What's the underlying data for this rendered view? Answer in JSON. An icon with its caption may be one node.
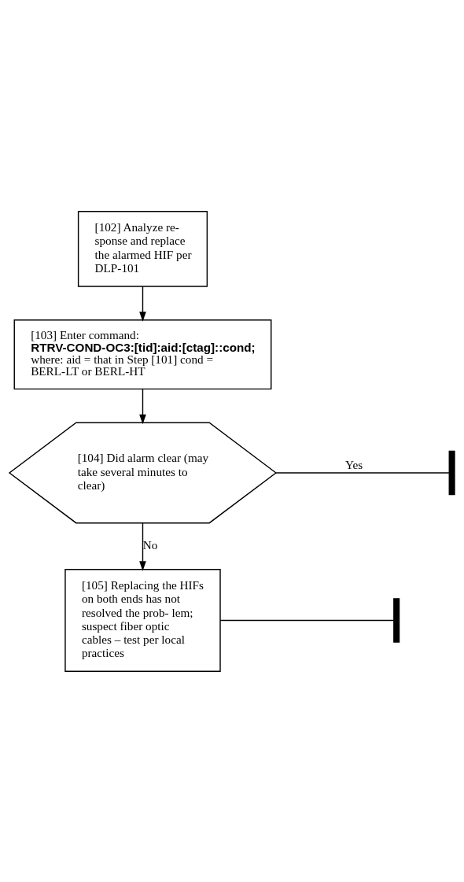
{
  "diagram": {
    "nodes": [
      {
        "text": [
          "[102] Analyze re- sponse and replace the alarmed HIF per DLP-101"
        ]
      },
      {
        "text": [
          "[103] Enter command:",
          "RTRV-COND-OC3:[tid]:aid:[ctag]::cond;",
          "where: aid = that in Step [101] cond = BERL-LT or BERL-HT"
        ]
      },
      {
        "text": [
          "[104] Did alarm clear (may take several minutes to clear)"
        ]
      },
      {
        "text": [
          "[105] Replacing the HIFs on both ends has not resolved the prob- lem; suspect fiber optic cables – test per local practices"
        ]
      },
      {
        "text": [],
        "shape": "bar"
      },
      {
        "text": [],
        "shape": "bar"
      }
    ],
    "edges": [
      {
        "from": 0,
        "to": 1,
        "arrow": "to"
      },
      {
        "from": 1,
        "to": 2,
        "arrow": "to"
      },
      {
        "from": 2,
        "to": 4,
        "arrow": "none",
        "label": "Yes"
      },
      {
        "from": 2,
        "to": 3,
        "arrow": "to",
        "label": "No"
      },
      {
        "from": 3,
        "to": 5,
        "arrow": "none"
      }
    ]
  }
}
